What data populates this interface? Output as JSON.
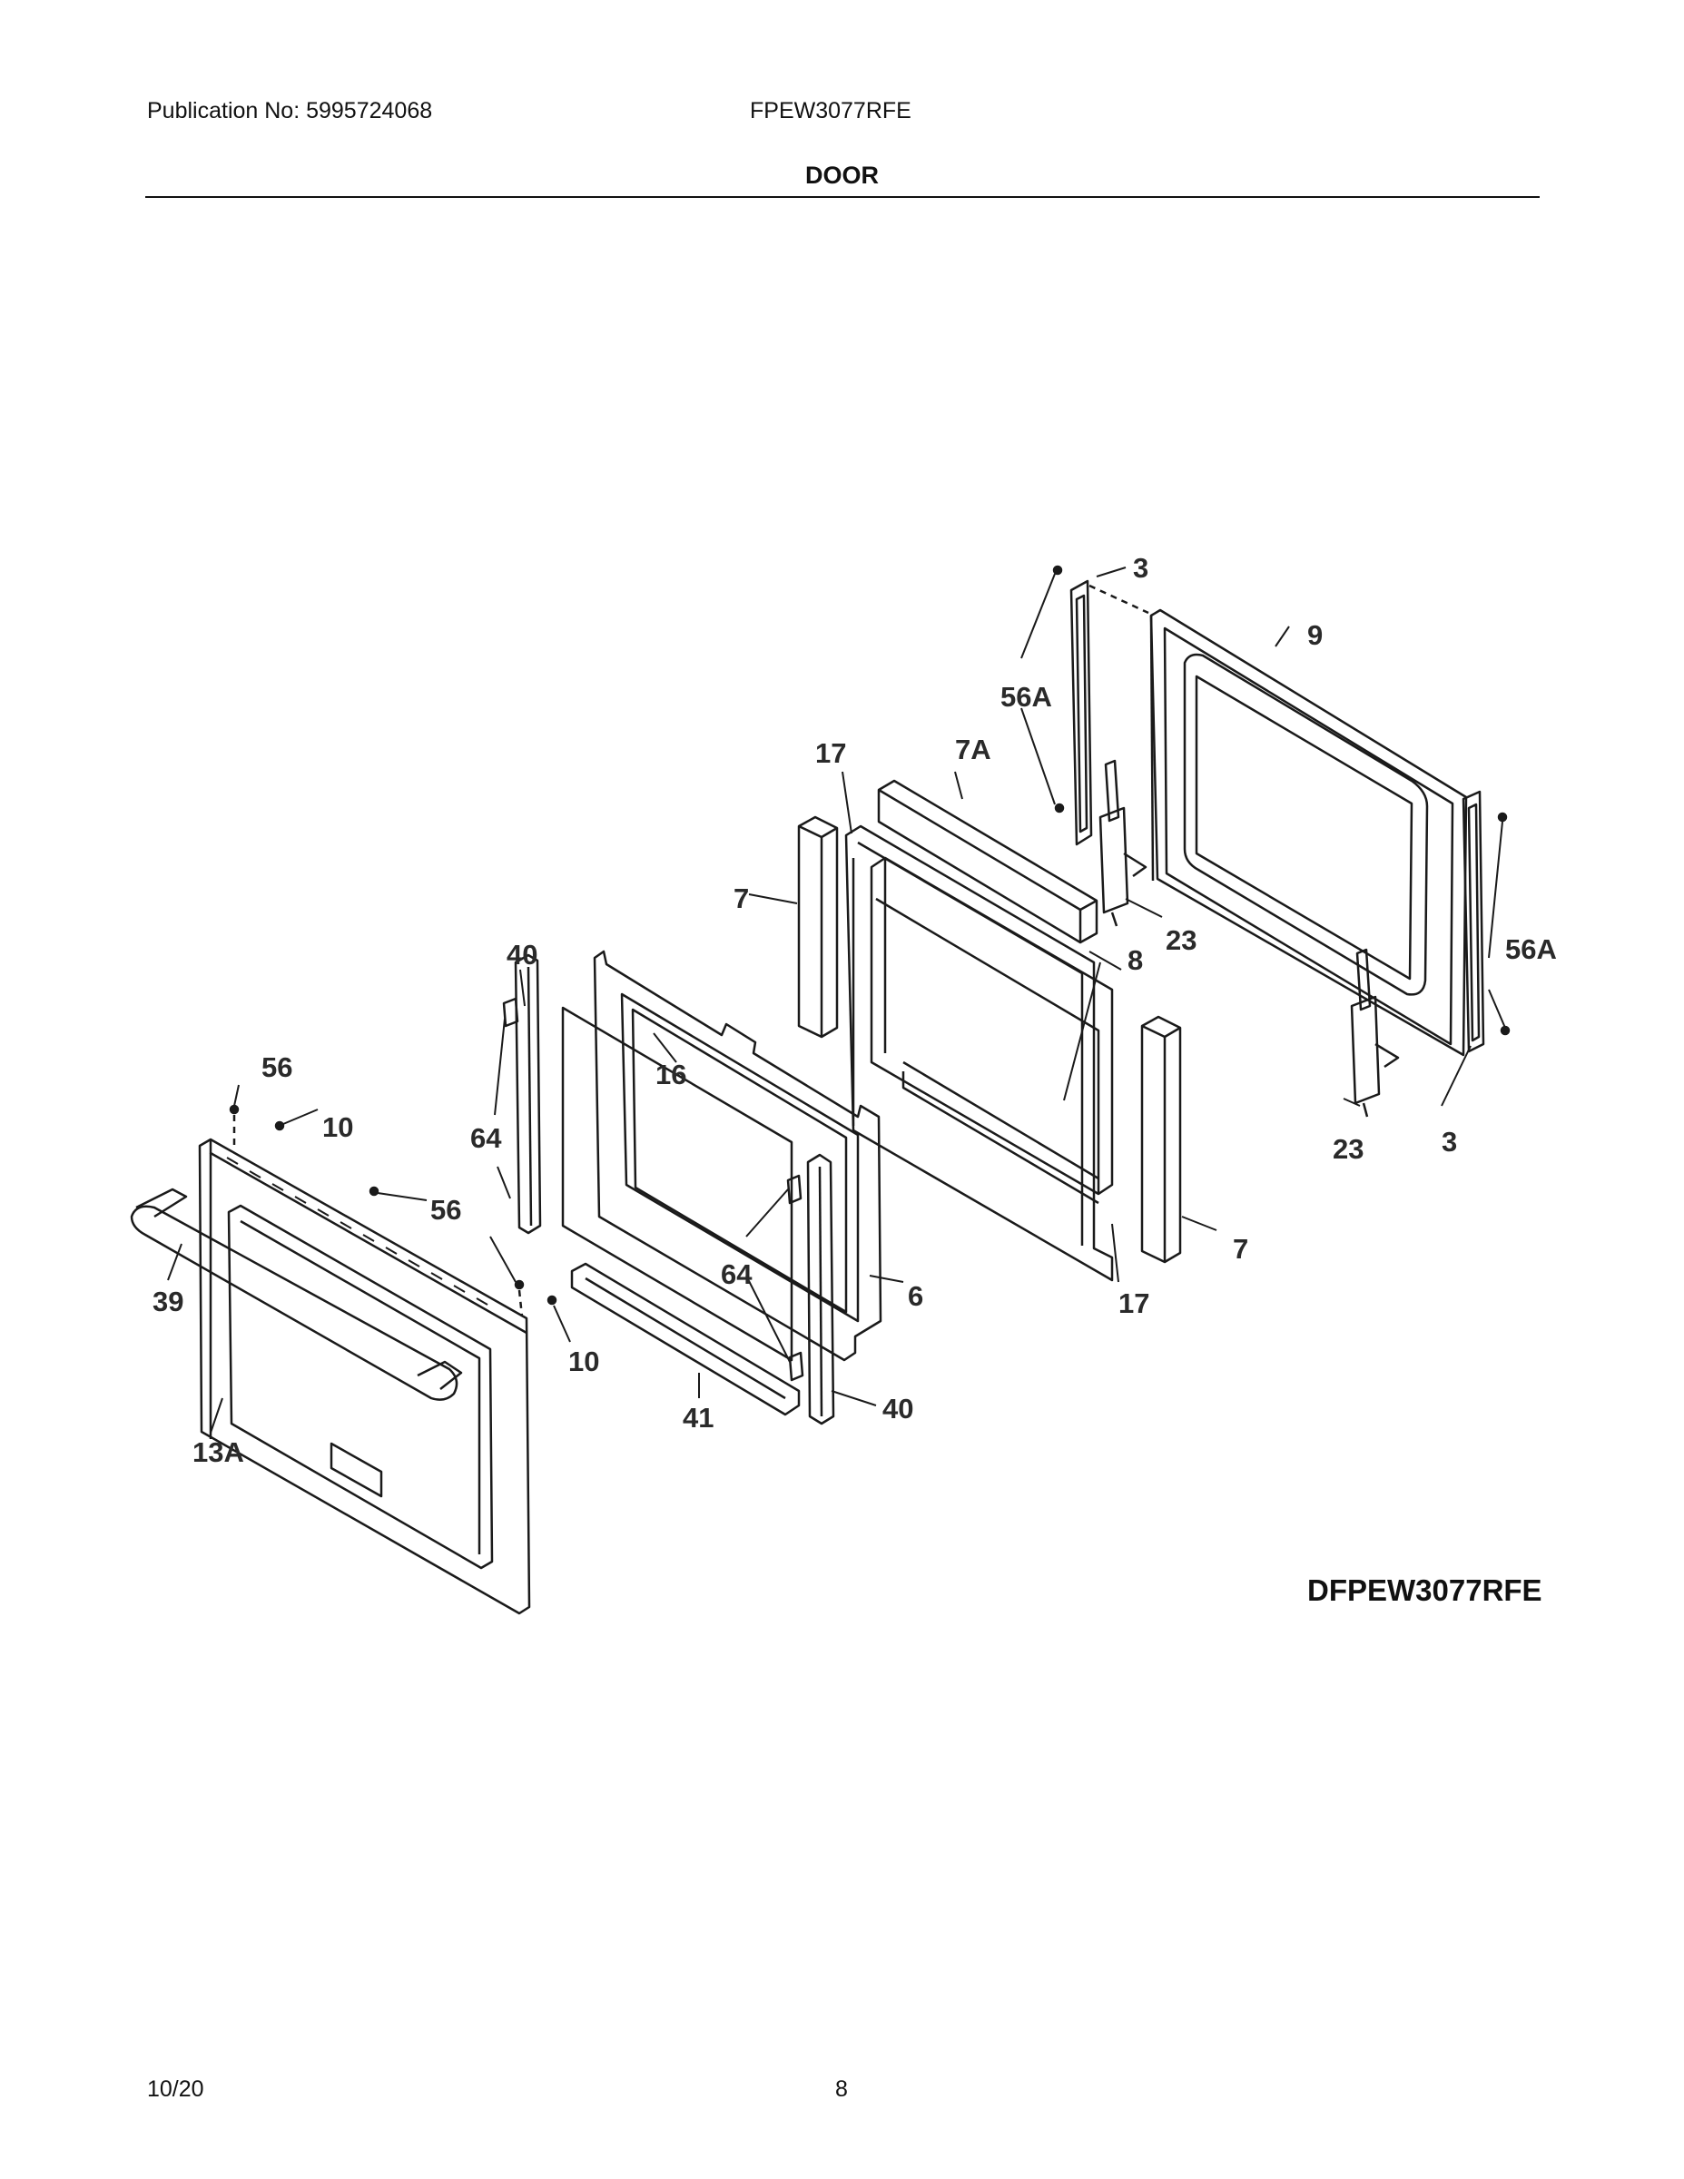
{
  "header": {
    "publication": "Publication No: 5995724068",
    "model": "FPEW3077RFE",
    "section": "DOOR"
  },
  "diagram": {
    "code": "DFPEW3077RFE",
    "callouts": [
      "3",
      "9",
      "56A",
      "17",
      "7A",
      "7",
      "23",
      "56A",
      "8",
      "40",
      "56",
      "16",
      "10",
      "64",
      "23",
      "3",
      "56",
      "64",
      "6",
      "7",
      "17",
      "39",
      "10",
      "40",
      "41",
      "13A"
    ]
  },
  "footer": {
    "date": "10/20",
    "page": "8"
  }
}
